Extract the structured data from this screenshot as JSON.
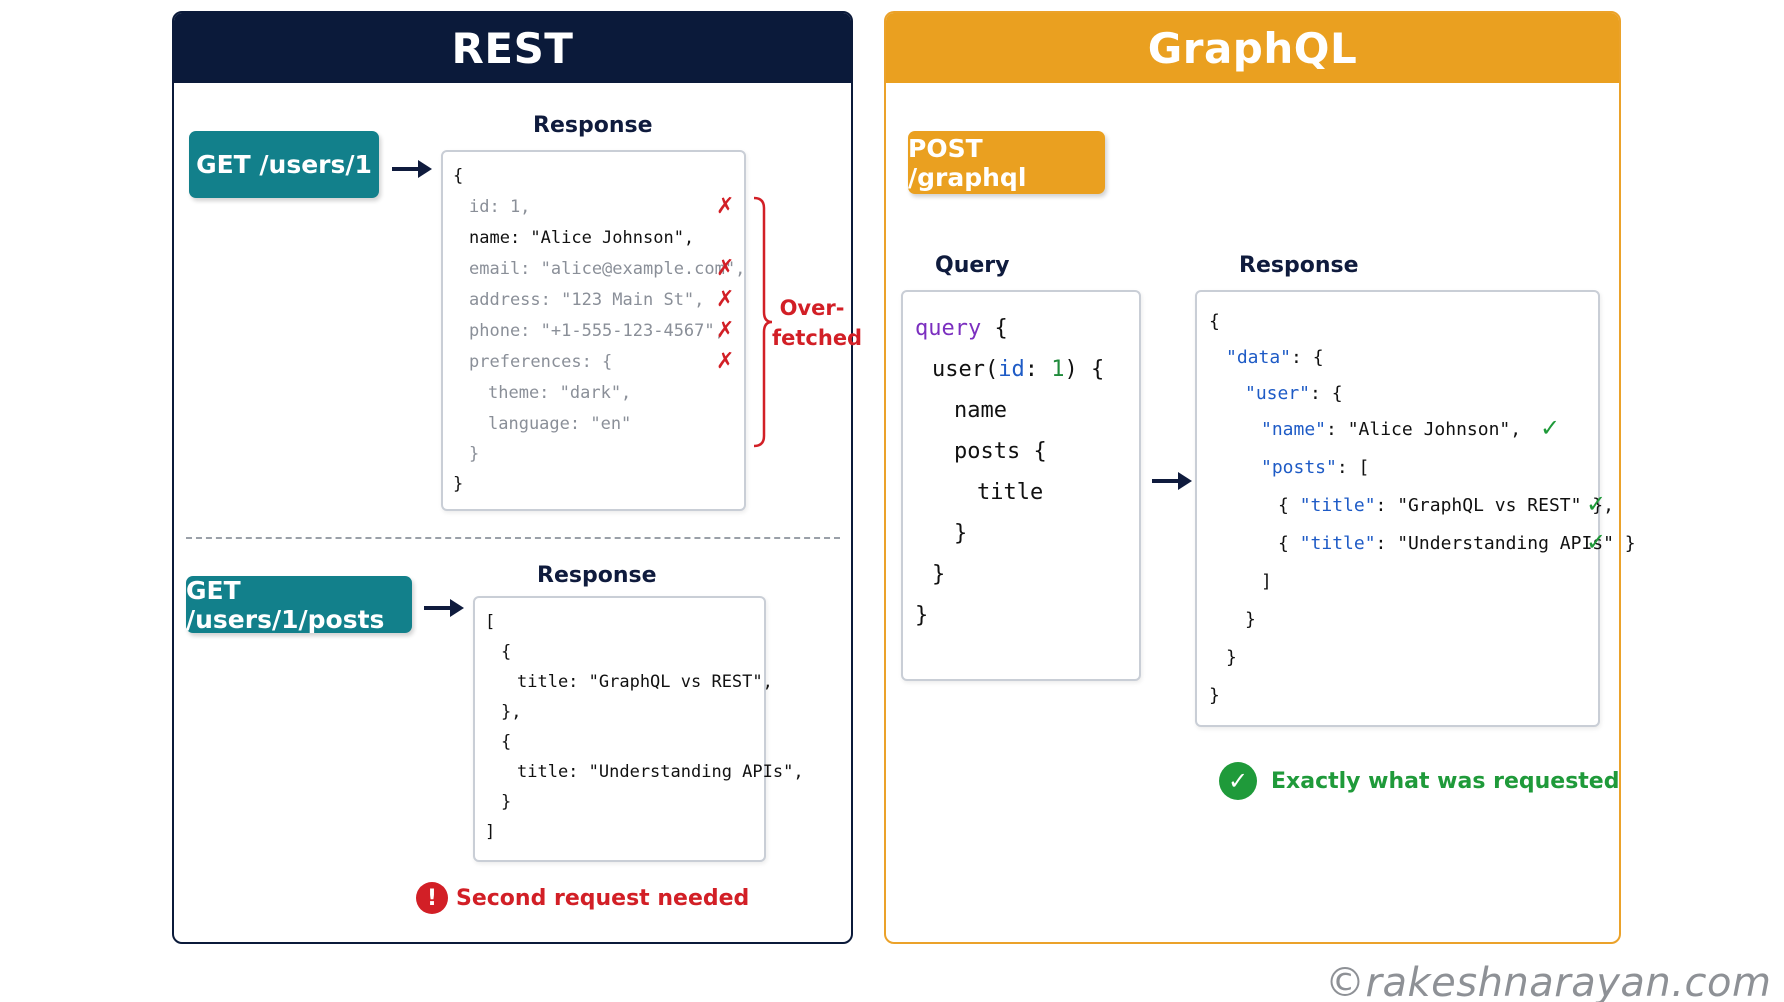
{
  "rest": {
    "title": "REST",
    "request1": "GET /users/1",
    "response_label1": "Response",
    "response1": {
      "open": "{",
      "id": "id: 1,",
      "name": "name: \"Alice Johnson\",",
      "email": "email: \"alice@example.com\",",
      "address": "address: \"123 Main St\",",
      "phone": "phone: \"+1-555-123-4567\",",
      "preferences": "preferences: {",
      "theme": "theme: \"dark\",",
      "language": "language: \"en\"",
      "pref_close": "}",
      "close": "}"
    },
    "overfetched_line1": "Over-",
    "overfetched_line2": "fetched",
    "x_mark": "✗",
    "request2": "GET /users/1/posts",
    "response_label2": "Response",
    "response2": {
      "open": "[",
      "obj1_open": "{",
      "title1": "title: \"GraphQL vs REST\",",
      "obj1_close": "},",
      "obj2_open": "{",
      "title2": "title: \"Understanding APIs\",",
      "obj2_close": "}",
      "close": "]"
    },
    "warning_icon": "!",
    "warning": "Second request needed"
  },
  "graphql": {
    "title": "GraphQL",
    "request": "POST /graphql",
    "query_label": "Query",
    "response_label": "Response",
    "query": {
      "keyword": "query",
      "open": " {",
      "user_fn": "user(",
      "user_arg": "id",
      "user_colon": ": ",
      "user_val": "1",
      "user_close": ") {",
      "name": "name",
      "posts": "posts {",
      "title": "title",
      "posts_close": "}",
      "user_close_brace": "}",
      "close": "}"
    },
    "response": {
      "open": "{",
      "data_key": "\"data\"",
      "data_rest": ": {",
      "user_key": "\"user\"",
      "user_rest": ": {",
      "name_key": "\"name\"",
      "name_rest": ": \"Alice Johnson\",",
      "posts_key": "\"posts\"",
      "posts_rest": ": [",
      "item1_open": "{ ",
      "item1_key": "\"title\"",
      "item1_rest": ": \"GraphQL vs REST\" },",
      "item2_open": "{ ",
      "item2_key": "\"title\"",
      "item2_rest": ": \"Understanding APIs\" }",
      "posts_close": "]",
      "user_close": "}",
      "data_close": "}",
      "close": "}"
    },
    "check_mark": "✓",
    "success": "Exactly what was requested"
  },
  "watermark": "©rakeshnarayan.com",
  "colors": {
    "rest_header": "#0b1a3a",
    "graphql_header": "#eaa020",
    "teal": "#12808b",
    "red": "#d21f26",
    "green": "#1f9a3a",
    "purple_keyword": "#7b2fbf",
    "blue_key": "#1e5bc6"
  }
}
